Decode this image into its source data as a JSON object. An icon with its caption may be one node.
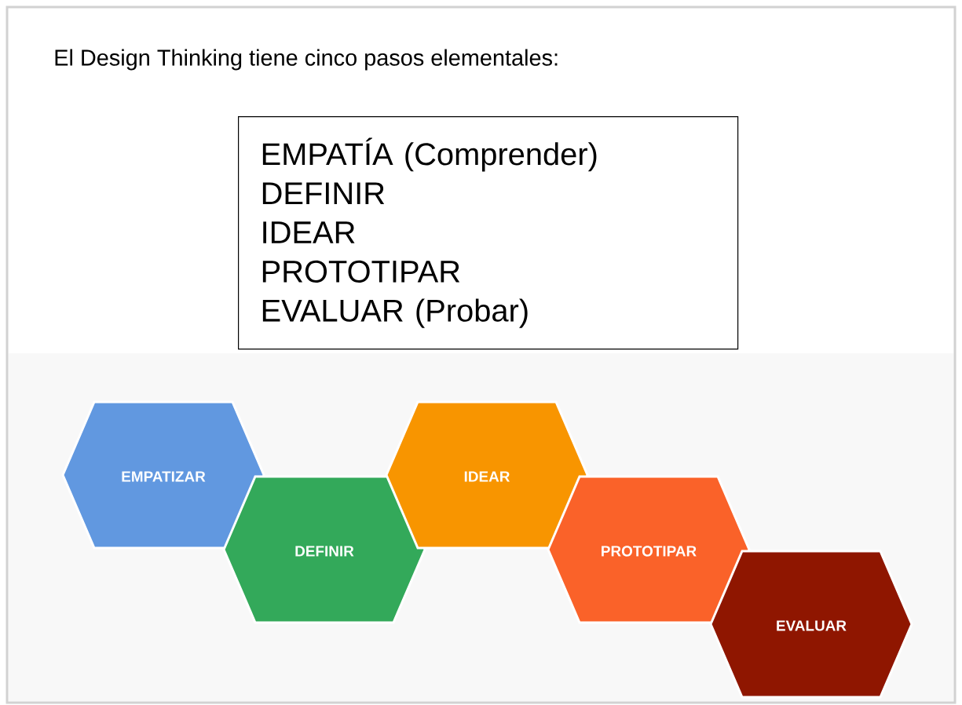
{
  "diagram": {
    "title": "El Design Thinking tiene cinco pasos elementales:",
    "nodes": [
      {
        "text": [
          "EMPATÍA (Comprender)",
          "DEFINIR",
          "IDEAR",
          "PROTOTIPAR",
          "EVALUAR (Probar)"
        ]
      },
      {
        "text": [
          "EMPATIZAR"
        ]
      },
      {
        "text": [
          "DEFINIR"
        ]
      },
      {
        "text": [
          "IDEAR"
        ]
      },
      {
        "text": [
          "PROTOTIPAR"
        ]
      },
      {
        "text": [
          "EVALUAR"
        ]
      }
    ]
  }
}
